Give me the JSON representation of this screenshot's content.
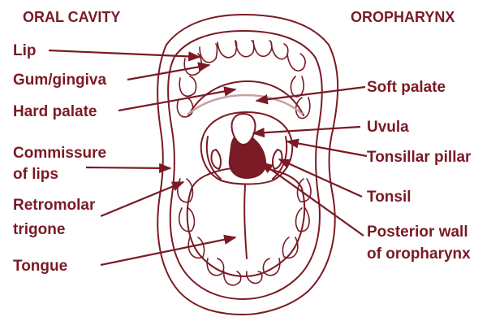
{
  "colors": {
    "text": "#7a1a24",
    "outline": "#7a1a24",
    "throat": "#7a1a24",
    "palate_line": "#c9a0a4",
    "background": "#ffffff"
  },
  "headers": {
    "left": "ORAL CAVITY",
    "right": "OROPHARYNX"
  },
  "labels_left": {
    "lip": "Lip",
    "gum": "Gum/gingiva",
    "hard_palate": "Hard palate",
    "commissure_1": "Commissure",
    "commissure_2": "of lips",
    "retromolar_1": "Retromolar",
    "retromolar_2": "trigone",
    "tongue": "Tongue"
  },
  "labels_right": {
    "soft_palate": "Soft palate",
    "uvula": "Uvula",
    "pillar": "Tonsillar pillar",
    "tonsil": "Tonsil",
    "posterior_1": "Posterior wall",
    "posterior_2": "of oropharynx"
  }
}
